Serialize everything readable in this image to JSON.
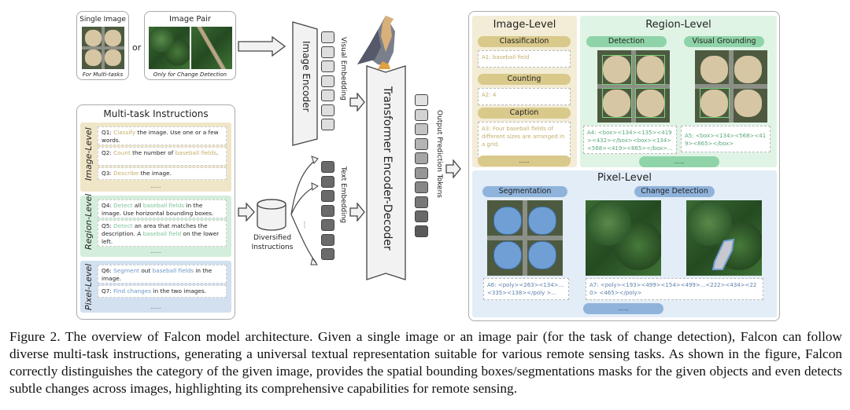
{
  "inputs": {
    "single_title": "Single Image",
    "single_note": "For Multi-tasks",
    "or": "or",
    "pair_title": "Image Pair",
    "pair_note": "Only for Change Detection"
  },
  "model": {
    "image_encoder": "Image Encoder",
    "visual_embedding": "Visual Embedding",
    "text_embedding": "Text Embedding",
    "transformer": "Transformer Encoder-Decoder",
    "output_tokens": "Output Prediction Tokens",
    "diversified": "Diversified Instructions",
    "ellipsis": "...."
  },
  "instructions": {
    "title": "Multi-task Instructions",
    "levels": [
      {
        "name": "Image-Level",
        "bg": "#efe6c8",
        "accent": "#c4ad6a",
        "questions": [
          [
            [
              "Q1: ",
              0
            ],
            [
              "Classify",
              1
            ],
            [
              " the image. Use one or a few words.",
              0
            ]
          ],
          [
            [
              "Q2: ",
              0
            ],
            [
              "Count",
              1
            ],
            [
              " the number of ",
              0
            ],
            [
              "baseball fields",
              1
            ],
            [
              ".",
              0
            ]
          ],
          [
            [
              "Q3: ",
              0
            ],
            [
              "Describe",
              1
            ],
            [
              " the image.",
              0
            ]
          ]
        ]
      },
      {
        "name": "Region-Level",
        "bg": "#d3eedb",
        "accent": "#79c495",
        "questions": [
          [
            [
              "Q4: ",
              0
            ],
            [
              "Detect",
              1
            ],
            [
              " all ",
              0
            ],
            [
              "baseball fields",
              1
            ],
            [
              " in the image.  Use horizontal bounding boxes.",
              0
            ]
          ],
          [
            [
              "Q5: ",
              0
            ],
            [
              "Detect",
              1
            ],
            [
              " an area that matches the description. A ",
              0
            ],
            [
              "baseball field",
              1
            ],
            [
              " on the lower left.",
              0
            ]
          ]
        ]
      },
      {
        "name": "Pixel-Level",
        "bg": "#d2e0f0",
        "accent": "#6b98c8",
        "questions": [
          [
            [
              "Q6: ",
              0
            ],
            [
              "Segment",
              1
            ],
            [
              " out ",
              0
            ],
            [
              "baseball fields",
              1
            ],
            [
              " in the image.",
              0
            ]
          ],
          [
            [
              "Q7: ",
              0
            ],
            [
              "Find changes",
              1
            ],
            [
              " in the two images.",
              0
            ]
          ]
        ]
      }
    ],
    "more": "......"
  },
  "outputs": {
    "image_level": {
      "title": "Image-Level",
      "pill_color": "#d9c98a",
      "tasks": [
        {
          "name": "Classification",
          "answer": "A1: baseball field"
        },
        {
          "name": "Counting",
          "answer": "A2: 4"
        },
        {
          "name": "Caption",
          "answer": "A3: Four baseball fields of different sizes are arranged in a grid."
        }
      ],
      "more": "......"
    },
    "region_level": {
      "title": "Region-Level",
      "pill_color": "#8fd4a8",
      "tasks": [
        {
          "name": "Detection",
          "answer": "A4: <box><134><135><419><432></box><box><134><568><419><865></box>..."
        },
        {
          "name": "Visual Grounding",
          "answer": "A5: <box><134><568><419><865></box>"
        }
      ],
      "more": "......"
    },
    "pixel_level": {
      "title": "Pixel-Level",
      "pill_color": "#8fb3db",
      "tasks": [
        {
          "name": "Segmentation",
          "answer": "A6: <poly><263><134>...<335><138></poly >..."
        },
        {
          "name": "Change Detection",
          "answer": "A7: <poly><193><499><154><499>...<222><434><220> <465></poly>"
        }
      ],
      "more": "......"
    }
  },
  "caption": "Figure 2. The overview of Falcon model architecture. Given a single image or an image pair (for the task of change detection), Falcon can follow diverse multi-task instructions, generating a universal textual representation suitable for various remote sensing tasks. As shown in the figure, Falcon correctly distinguishes the category of the given image, provides the spatial bounding boxes/segmentations masks for the given objects and even detects subtle changes across images, highlighting its comprehensive capabilities for remote sensing."
}
